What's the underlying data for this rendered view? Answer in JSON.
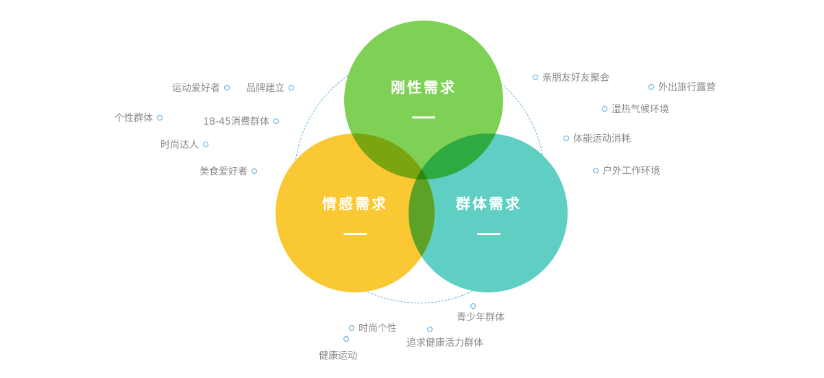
{
  "page": {
    "background": "#ffffff"
  },
  "venn": {
    "outline_color": "#5aabdf",
    "circles": [
      {
        "id": "rigid",
        "label": "刚性需求",
        "color": "#7ed155"
      },
      {
        "id": "emotional",
        "label": "情感需求",
        "color": "#f9c832"
      },
      {
        "id": "group",
        "label": "群体需求",
        "color": "#5fcfc4"
      }
    ]
  },
  "labels": {
    "left": [
      "运动爱好者",
      "品牌建立",
      "个性群体",
      "18-45消费群体",
      "时尚达人",
      "美食爱好者"
    ],
    "right": [
      "亲朋友好友聚会",
      "外出旅行露营",
      "湿热气候环境",
      "体能运动消耗",
      "户外工作环境"
    ],
    "bottom": [
      "青少年群体",
      "时尚个性",
      "追求健康活力群体",
      "健康运动"
    ]
  },
  "colors": {
    "label_text": "#8a8a8a",
    "bullet_border": "#55a8e0",
    "title_text": "#ffffff"
  }
}
